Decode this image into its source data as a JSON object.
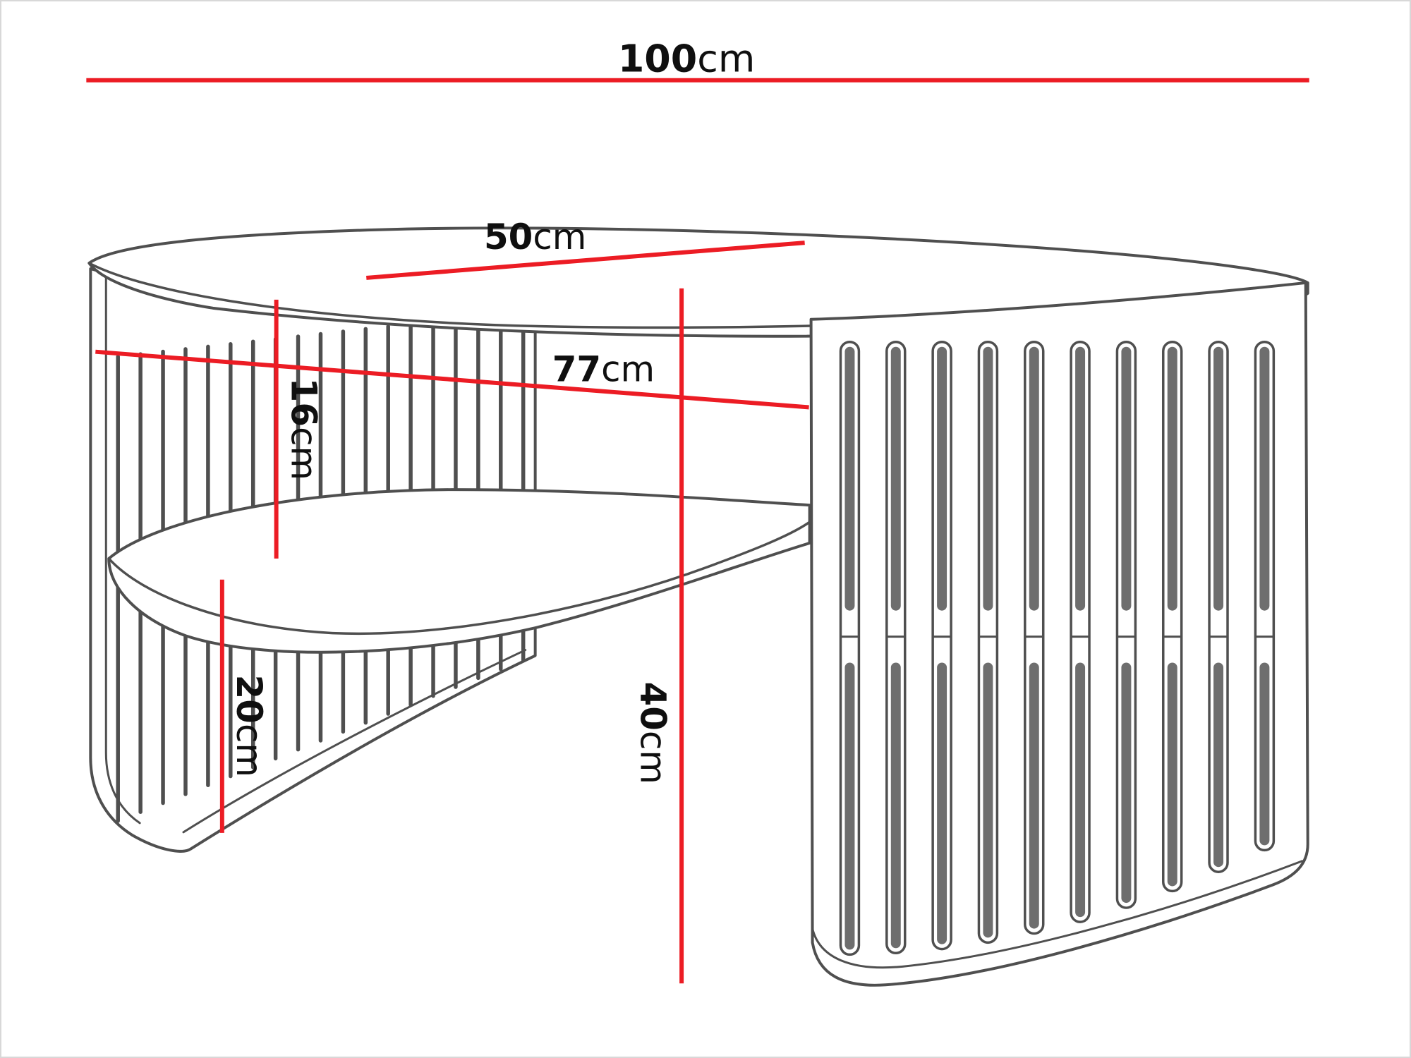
{
  "diagram": {
    "dimensions": {
      "width": {
        "value": "100",
        "unit": "cm"
      },
      "depth": {
        "value": "50",
        "unit": "cm"
      },
      "inner_width": {
        "value": "77",
        "unit": "cm"
      },
      "shelf_clearance": {
        "value": "16",
        "unit": "cm"
      },
      "under_shelf_height": {
        "value": "20",
        "unit": "cm"
      },
      "total_height": {
        "value": "40",
        "unit": "cm"
      }
    },
    "colors": {
      "dimension_line": "#ec1c24",
      "drawing_line": "#4f4f4f",
      "label_text": "#0f0f0f",
      "background": "#ffffff",
      "frame_border": "#d8d8d8"
    }
  }
}
